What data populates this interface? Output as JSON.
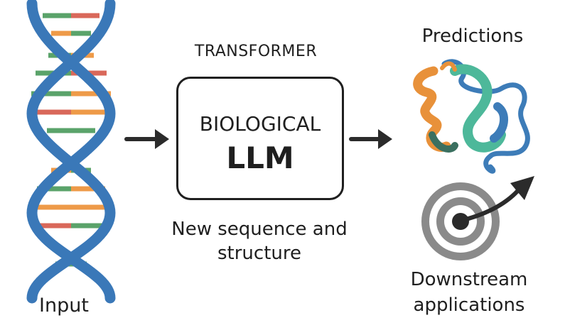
{
  "labels": {
    "input": "Input",
    "transformer": "TRANSFORMER",
    "model_line1": "BIOLOGICAL",
    "model_line2": "LLM",
    "output_description": "New sequence and structure",
    "predictions": "Predictions",
    "downstream": "Downstream applications"
  },
  "colors": {
    "dna_strand": "#3a78b8",
    "base_red": "#d9685a",
    "base_orange": "#ee9a48",
    "base_green": "#5aa36a",
    "protein_orange": "#e8913a",
    "protein_teal": "#4db89a",
    "protein_blue": "#3d7cb8",
    "target_gray": "#8a8a8a",
    "arrow": "#2b2b2b"
  },
  "icons": [
    "dna-helix-icon",
    "arrow-right-icon",
    "protein-structure-icon",
    "target-icon"
  ]
}
